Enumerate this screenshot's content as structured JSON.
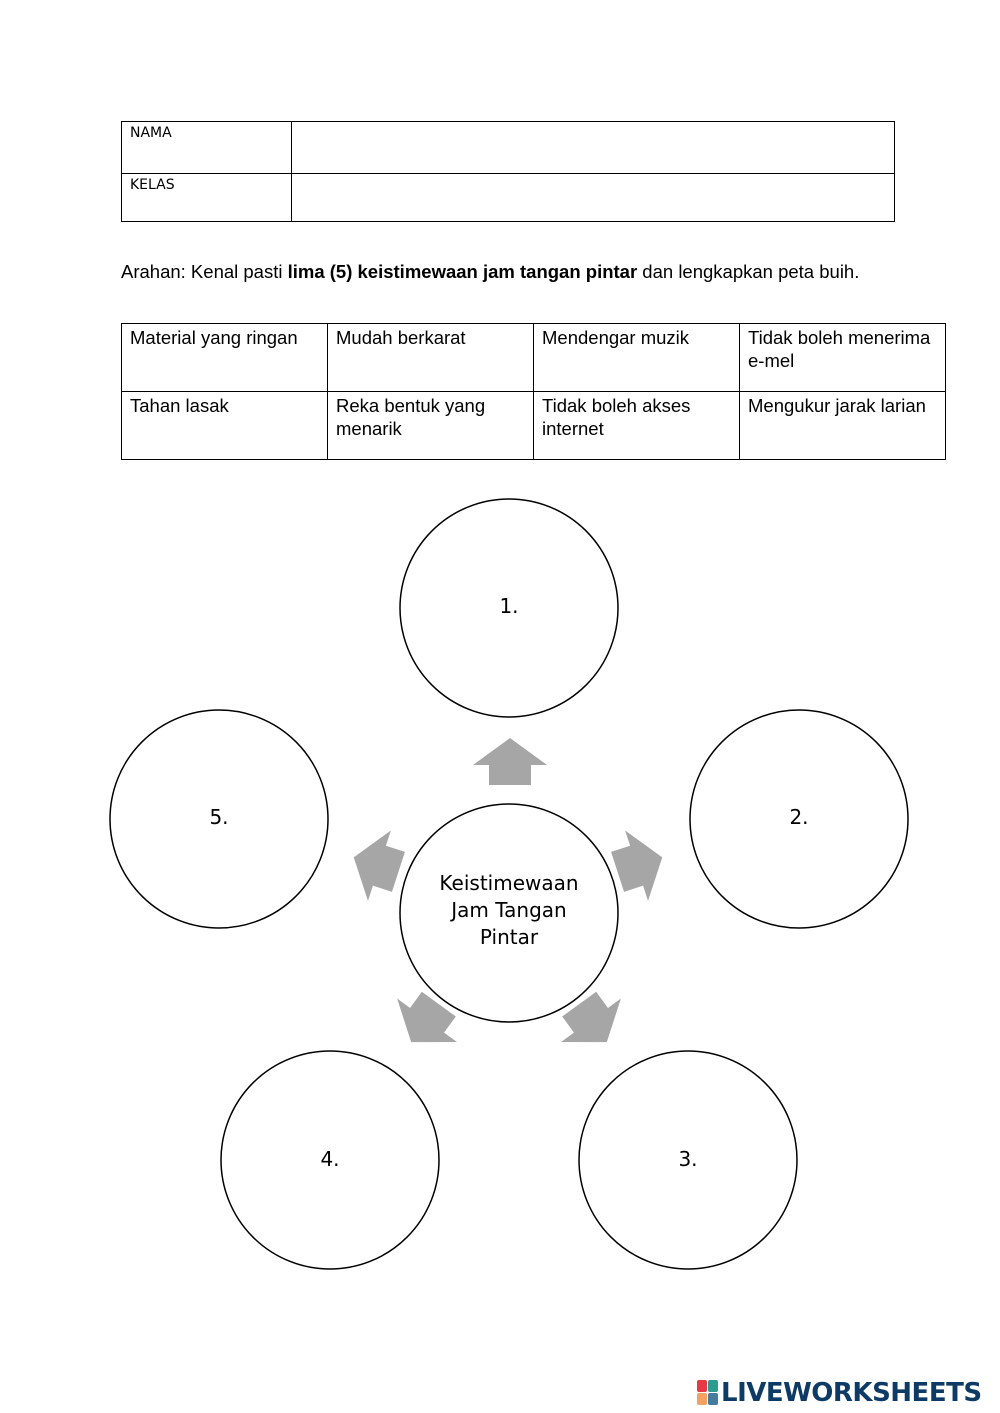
{
  "header_table": {
    "name_label": "NAMA",
    "class_label": "KELAS",
    "name_value": "",
    "class_value": ""
  },
  "instruction": {
    "prefix": "Arahan: Kenal pasti ",
    "bold": "lima (5) keistimewaan jam tangan pintar",
    "suffix": " dan lengkapkan peta buih."
  },
  "options": [
    [
      "Material yang ringan",
      "Mudah berkarat",
      "Mendengar muzik",
      "Tidak boleh menerima e-mel"
    ],
    [
      "Tahan lasak",
      "Reka bentuk yang menarik",
      "Tidak boleh akses internet",
      "Mengukur jarak larian"
    ]
  ],
  "bubble_map": {
    "center_lines": [
      "Keistimewaan",
      "Jam Tangan",
      "Pintar"
    ],
    "bubbles": [
      "1.",
      "2.",
      "3.",
      "4.",
      "5."
    ],
    "arrow_color": "#a6a6a6"
  },
  "branding": {
    "logo_text": "LIVEWORKSHEETS",
    "logo_color": "#0d3b66",
    "mark_colors": [
      "#e63946",
      "#2a9d8f",
      "#f4a261",
      "#457b9d"
    ]
  }
}
